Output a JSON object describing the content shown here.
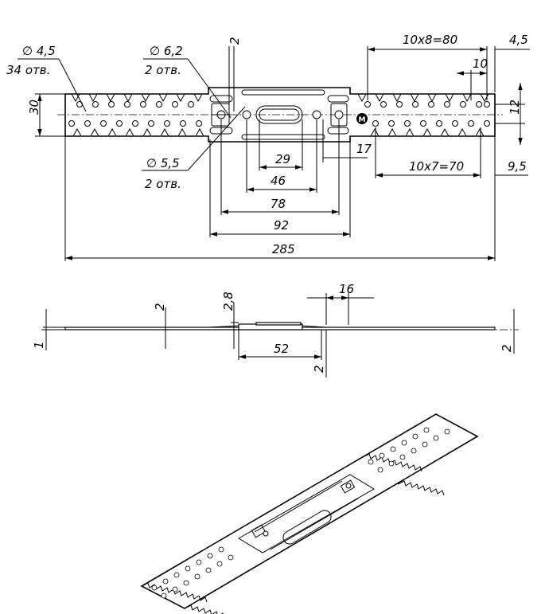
{
  "drawing": {
    "top_view": {
      "d_small": "∅ 4,5",
      "d_small_qty": "34 отв.",
      "d_mid": "∅ 6,2",
      "d_mid_qty": "2 отв.",
      "d_big": "∅ 5,5",
      "d_big_qty": "2 отв.",
      "dim_2": "2",
      "dim_10x8": "10x8=80",
      "dim_4_5": "4,5",
      "dim_10": "10",
      "dim_30": "30",
      "dim_12": "12",
      "dim_17": "17",
      "dim_29": "29",
      "dim_46": "46",
      "dim_10x7": "10x7=70",
      "dim_9_5": "9,5",
      "dim_78": "78",
      "dim_92": "92",
      "dim_285": "285",
      "logo": "M"
    },
    "side_view": {
      "dim_16": "16",
      "dim_2_left": "2",
      "dim_2_8": "2,8",
      "dim_1": "1",
      "dim_52": "52",
      "dim_2_bottom": "2",
      "dim_2_right": "2"
    }
  }
}
